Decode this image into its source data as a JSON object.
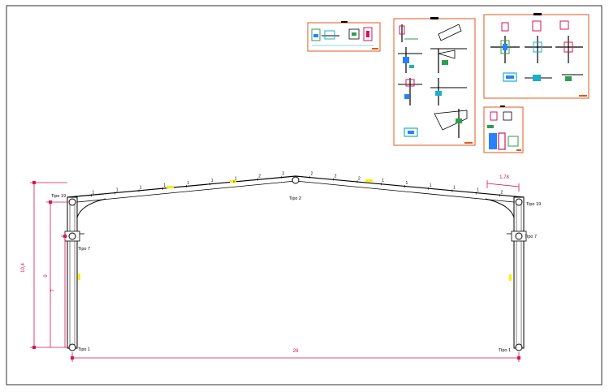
{
  "colors": {
    "frame": "#000000",
    "dimension": "#d4145a",
    "detail_border": "#e05a1e",
    "highlight": "#ffee00",
    "accent_blue": "#2a7fff",
    "accent_cyan": "#1ab0c8",
    "accent_green": "#2e9e4e"
  },
  "labels": {
    "type_19_left": "Tipo 19",
    "type_19_right": "Tipo 19",
    "type_2": "Tipo 2",
    "type_7_left": "Tipo 7",
    "type_7_right": "Tipo 7",
    "type_1_left": "Tipo 1",
    "type_1_right": "Tipo 1"
  },
  "dimensions": {
    "total_height": "10,4",
    "eave_height": "9",
    "crane_height": "7",
    "span": "28",
    "offset": "1,78"
  },
  "rafter_marks_left": [
    "1",
    "1",
    "1",
    "1",
    "1",
    "1",
    "1",
    "2",
    "2"
  ],
  "rafter_marks_right": [
    "2",
    "2",
    "2",
    "1",
    "1",
    "1",
    "1",
    "1",
    "2"
  ],
  "details": {
    "sheet_a": "detail-sheet-beam-splice",
    "sheet_b": "detail-sheet-connections",
    "sheet_c": "detail-sheet-column-joints",
    "sheet_d": "detail-sheet-base"
  }
}
